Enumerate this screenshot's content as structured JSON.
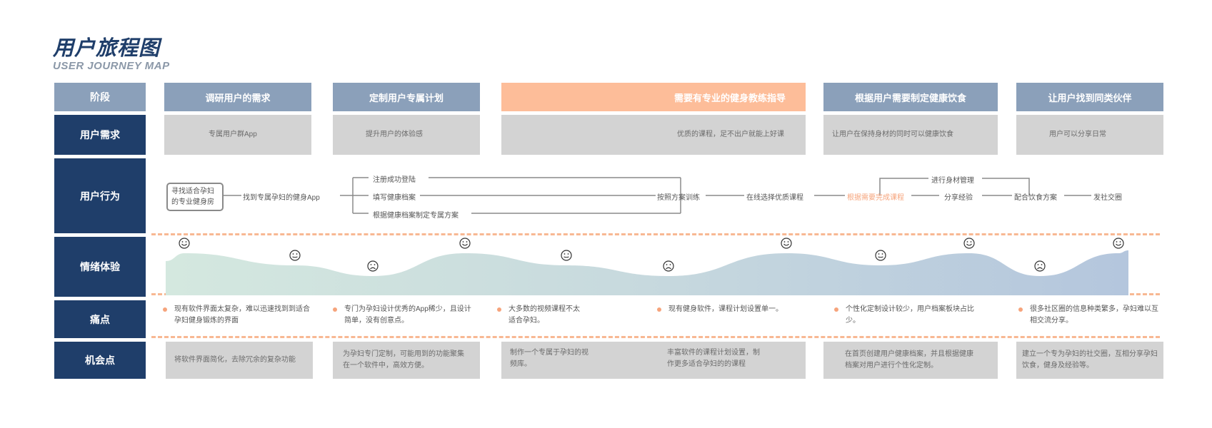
{
  "title": {
    "cn": "用户旅程图",
    "en": "USER JOURNEY MAP"
  },
  "row_labels": {
    "stage": "阶段",
    "needs": "用户需求",
    "actions": "用户行为",
    "emotion": "情绪体验",
    "pain": "痛点",
    "opportunity": "机会点"
  },
  "stages": [
    {
      "name": "调研用户的需求",
      "need": "专属用户群App"
    },
    {
      "name": "定制用户专属计划",
      "need": "提升用户的体验感"
    },
    {
      "name": "需要有专业的健身教练指导",
      "need": "优质的课程，足不出户就能上好课",
      "accent": true
    },
    {
      "name": "根据用户需要制定健康饮食",
      "need": "让用户在保持身材的同时可以健康饮食"
    },
    {
      "name": "让用户找到同类伙伴",
      "need": "用户可以分享日常"
    }
  ],
  "actions": {
    "a1": "寻找适合孕妇的专业健身房",
    "a2": "找到专属孕妇的健身App",
    "a3": "注册成功登陆",
    "a4": "填写健康档案",
    "a5": "根据健康档案制定专属方案",
    "a6": "按照方案训练",
    "a7": "在线选择优质课程",
    "a8": "根据需要完成课程",
    "a9": "进行身材管理",
    "a10": "分享经验",
    "a11": "配合饮食方案",
    "a12": "发社交圈"
  },
  "emotion_points": [
    {
      "step": 1,
      "mood": "happy"
    },
    {
      "step": 2,
      "mood": "neutral"
    },
    {
      "step": 3,
      "mood": "sad"
    },
    {
      "step": 4,
      "mood": "happy"
    },
    {
      "step": 5,
      "mood": "neutral"
    },
    {
      "step": 6,
      "mood": "sad"
    },
    {
      "step": 7,
      "mood": "happy"
    },
    {
      "step": 8,
      "mood": "neutral"
    },
    {
      "step": 9,
      "mood": "happy"
    },
    {
      "step": 10,
      "mood": "sad"
    },
    {
      "step": 11,
      "mood": "happy"
    }
  ],
  "pain_points": [
    "现有软件界面太复杂，难以迅速找到到适合孕妇健身锻炼的界面",
    "专门为孕妇设计优秀的App稀少，且设计简单，没有创意点。",
    "大多数的视频课程不太适合孕妇。",
    "现有健身软件，课程计划设置单一。",
    "个性化定制设计较少，用户档案板块占比少。",
    "很多社区圈的信息种类繁多，孕妇难以互相交流分享。"
  ],
  "opportunities": [
    "将软件界面简化，去除冗余的复杂功能",
    "为孕妇专门定制，可能用到的功能聚集在一个软件中，高效方便。",
    "制作一个专属于孕妇的视频库。",
    "丰富软件的课程计划设置，制作更多适合孕妇的的课程",
    "在首页创建用户健康档案，并且根据健康档案对用户进行个性化定制。",
    "建立一个专为孕妇的社交圈，互相分享孕妇饮食，健身及经验等。"
  ],
  "colors": {
    "navy": "#1f3e6a",
    "steel": "#8ba0ba",
    "peach": "#fdbd99",
    "grey": "#d3d3d3",
    "dash": "#f8b893"
  }
}
